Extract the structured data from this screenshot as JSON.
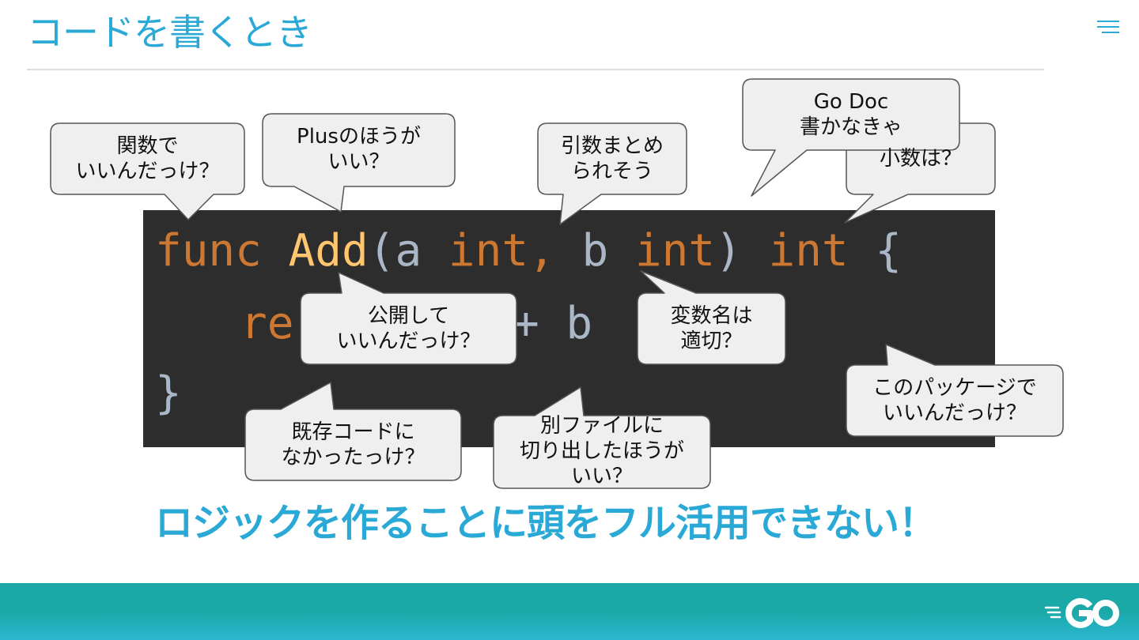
{
  "slide": {
    "title": "コードを書くとき",
    "headline": "ロジックを作ることに頭をフル活用できない！"
  },
  "code": {
    "line1": {
      "kw1": "func ",
      "fn": "Add",
      "p1": "(a ",
      "kw2": "int, ",
      "p2": "b ",
      "kw3": "int",
      "p3": ") ",
      "kw4": "int",
      "p4": " {"
    },
    "line2": {
      "kw": "re",
      "p": "+ b"
    },
    "line3": "}"
  },
  "bubbles": {
    "kansu": "関数で\nいいんだっけ？",
    "plus": "Plusのほうが\nいい？",
    "hikisu": "引数まとめ\nられそう",
    "shosu": "小数は？",
    "godoc": "Go Doc\n書かなきゃ",
    "kokai": "公開して\nいいんだっけ？",
    "hensu": "変数名は\n適切？",
    "package": "このパッケージで\nいいんだっけ？",
    "kison": "既存コードに\nなかったっけ？",
    "betsu": "別ファイルに\n切り出したほうが\nいい？"
  },
  "colors": {
    "accent": "#2aa9d6",
    "footer": "#1aa9a7",
    "code_bg": "#2d2d2d",
    "keyword": "#cc7832",
    "function": "#ffc66d",
    "plain": "#a9b7c6",
    "bubble_fill": "#efefef",
    "bubble_stroke": "#555555"
  },
  "icons": {
    "menu": "hamburger-menu-icon",
    "logo": "go-logo"
  }
}
